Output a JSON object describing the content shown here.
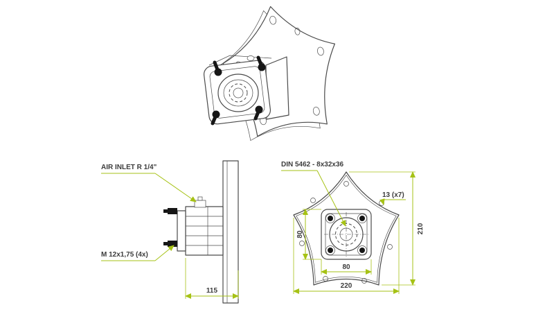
{
  "colors": {
    "accent": "#a6c215",
    "line": "#4a4a4a",
    "dark": "#161616",
    "text": "#3c3c3c",
    "background": "#ffffff"
  },
  "annotations": {
    "air_inlet": "AIR INLET R 1/4\"",
    "bolt_thread": "M 12x1,75 (4x)",
    "spline_spec": "DIN 5462 - 8x32x36",
    "hole_spec": "13 (x7)"
  },
  "dimensions": {
    "side_depth": "115",
    "bolt_square_height": "80",
    "bolt_square_width": "80",
    "flange_width": "220",
    "flange_height": "210"
  }
}
